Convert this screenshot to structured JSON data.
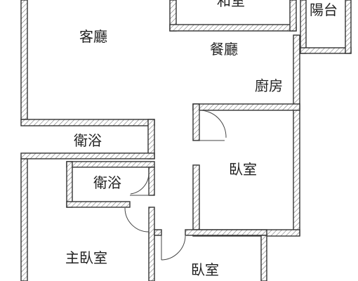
{
  "floorplan": {
    "rooms": {
      "living_room": "客廳",
      "dining": "餐廳",
      "kitchen": "廚房",
      "balcony": "陽台",
      "top_room": "和室",
      "bathroom_1": "衛浴",
      "bathroom_2": "衛浴",
      "bedroom_right": "臥室",
      "master_bedroom": "主臥室",
      "bedroom_bottom": "臥室"
    }
  }
}
